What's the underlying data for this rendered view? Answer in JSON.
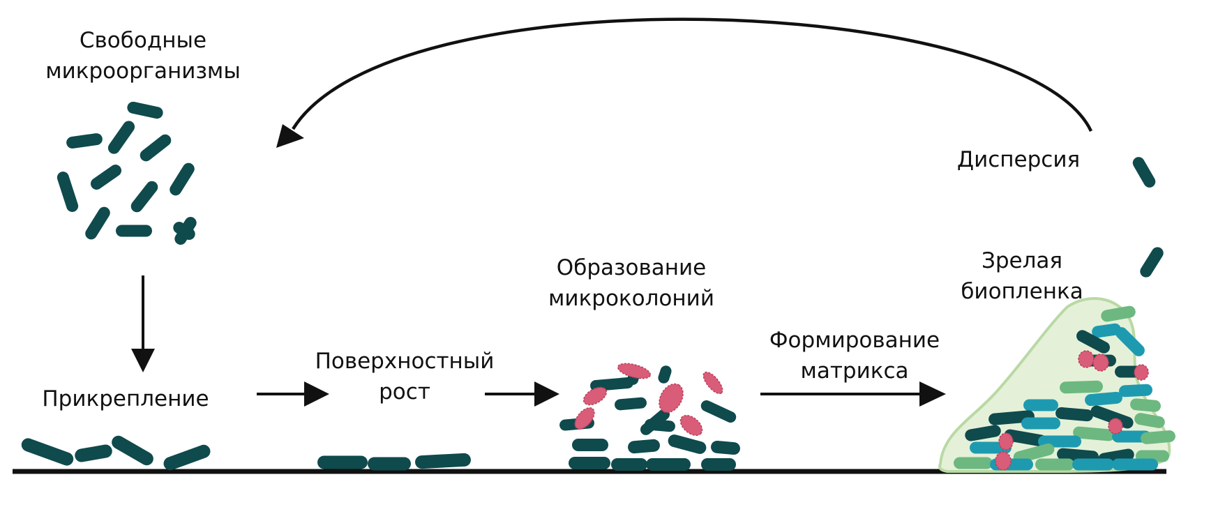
{
  "labels": {
    "free": [
      "Свободные",
      "микроорганизмы"
    ],
    "attachment": [
      "Прикрепление"
    ],
    "surface_growth": [
      "Поверхностный",
      "рост"
    ],
    "microcolonies": [
      "Образование",
      "микроколоний"
    ],
    "matrix": [
      "Формирование",
      "матрикса"
    ],
    "mature": [
      "Зрелая",
      "биопленка"
    ],
    "dispersion": [
      "Дисперсия"
    ]
  },
  "colors": {
    "bacterium_dark": "#0f4a4d",
    "bacterium_teal": "#1e9ab0",
    "bacterium_green": "#6db880",
    "bacterium_pink": "#d95c78",
    "matrix_fill": "#e4f1d8",
    "matrix_stroke": "#b9d9a4",
    "arrow": "#111111",
    "surface": "#111111"
  },
  "icons": {
    "arrows": "arrow-right-icon",
    "cycle": "curved-arrow-icon"
  }
}
